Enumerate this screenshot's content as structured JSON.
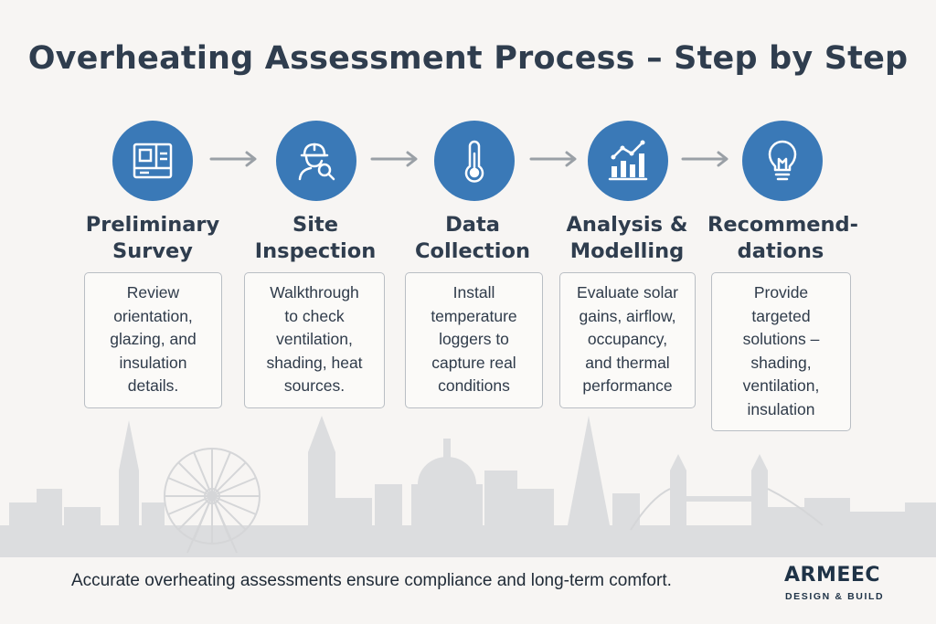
{
  "title": "Overheating Assessment Process – Step by Step",
  "colors": {
    "accent": "#3a79b7",
    "text": "#2f3d4e",
    "skyline": "#d9dadc",
    "background": "#f7f5f3"
  },
  "steps": [
    {
      "icon": "blueprint-icon",
      "label": "Preliminary\nSurvey",
      "description": "Review\norientation,\nglazing, and\ninsulation\ndetails."
    },
    {
      "icon": "inspector-magnifier-icon",
      "label": "Site\nInspection",
      "description": "Walkthrough\nto check\nventilation,\nshading, heat\nsources."
    },
    {
      "icon": "thermometer-icon",
      "label": "Data\nCollection",
      "description": "Install\ntemperature\nloggers to\ncapture real\nconditions"
    },
    {
      "icon": "chart-trend-icon",
      "label": "Analysis &\nModelling",
      "description": "Evaluate solar\ngains, airflow,\noccupancy,\nand thermal\nperformance"
    },
    {
      "icon": "lightbulb-icon",
      "label": "Recommend-\ndations",
      "description": "Provide\ntargeted\nsolutions –\nshading,\nventilation,\ninsulation"
    }
  ],
  "footer": {
    "tagline": "Accurate overheating assessments ensure compliance and long-term comfort.",
    "brand_name": "ARMEEC",
    "brand_sub": "DESIGN & BUILD"
  }
}
